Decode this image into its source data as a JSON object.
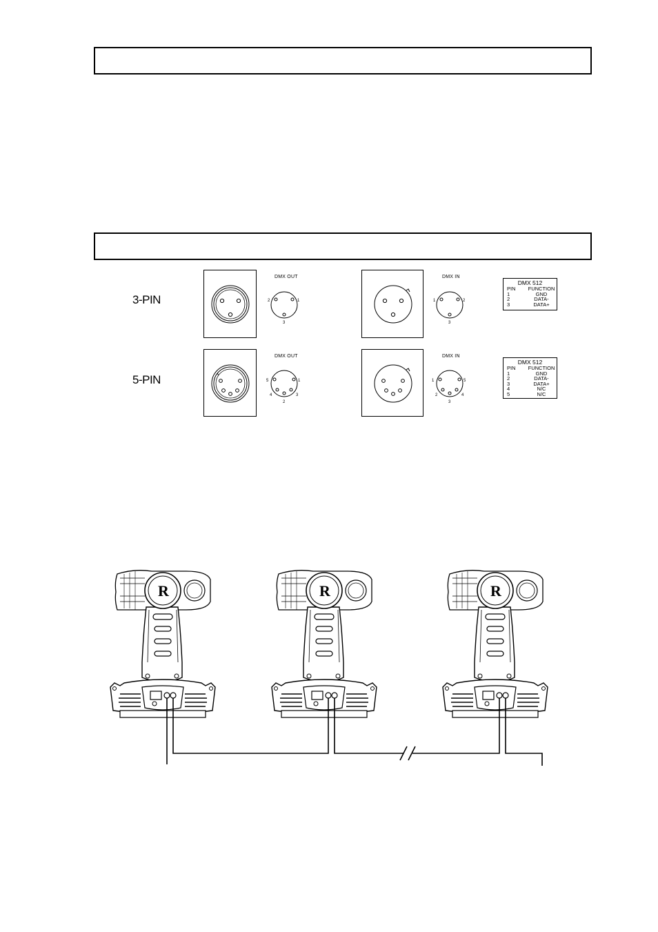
{
  "section_headers": [
    {
      "text": ""
    },
    {
      "text": ""
    }
  ],
  "connectors": {
    "rows": [
      {
        "label": "3-PIN",
        "out_title": "DMX OUT",
        "in_title": "DMX IN",
        "out_pin_numbers": [
          "2",
          "1",
          "3"
        ],
        "in_pin_numbers": [
          "1",
          "2",
          "3"
        ],
        "table": {
          "title": "DMX 512",
          "header": [
            "PIN",
            "FUNCTION"
          ],
          "rows": [
            [
              "1",
              "GND"
            ],
            [
              "2",
              "DATA-"
            ],
            [
              "3",
              "DATA+"
            ]
          ]
        }
      },
      {
        "label": "5-PIN",
        "out_title": "DMX OUT",
        "in_title": "DMX IN",
        "out_pin_numbers": [
          "5",
          "1",
          "4",
          "3",
          "2"
        ],
        "in_pin_numbers": [
          "1",
          "5",
          "2",
          "4",
          "3"
        ],
        "table": {
          "title": "DMX 512",
          "header": [
            "PIN",
            "FUNCTION"
          ],
          "rows": [
            [
              "1",
              "GND"
            ],
            [
              "2",
              "DATA-"
            ],
            [
              "3",
              "DATA+"
            ],
            [
              "4",
              "N/C"
            ],
            [
              "5",
              "N/C"
            ]
          ]
        }
      }
    ]
  },
  "wiring": {
    "fixture_count": 3,
    "logo_text": "R"
  },
  "colors": {
    "line": "#000000",
    "background": "#ffffff"
  }
}
